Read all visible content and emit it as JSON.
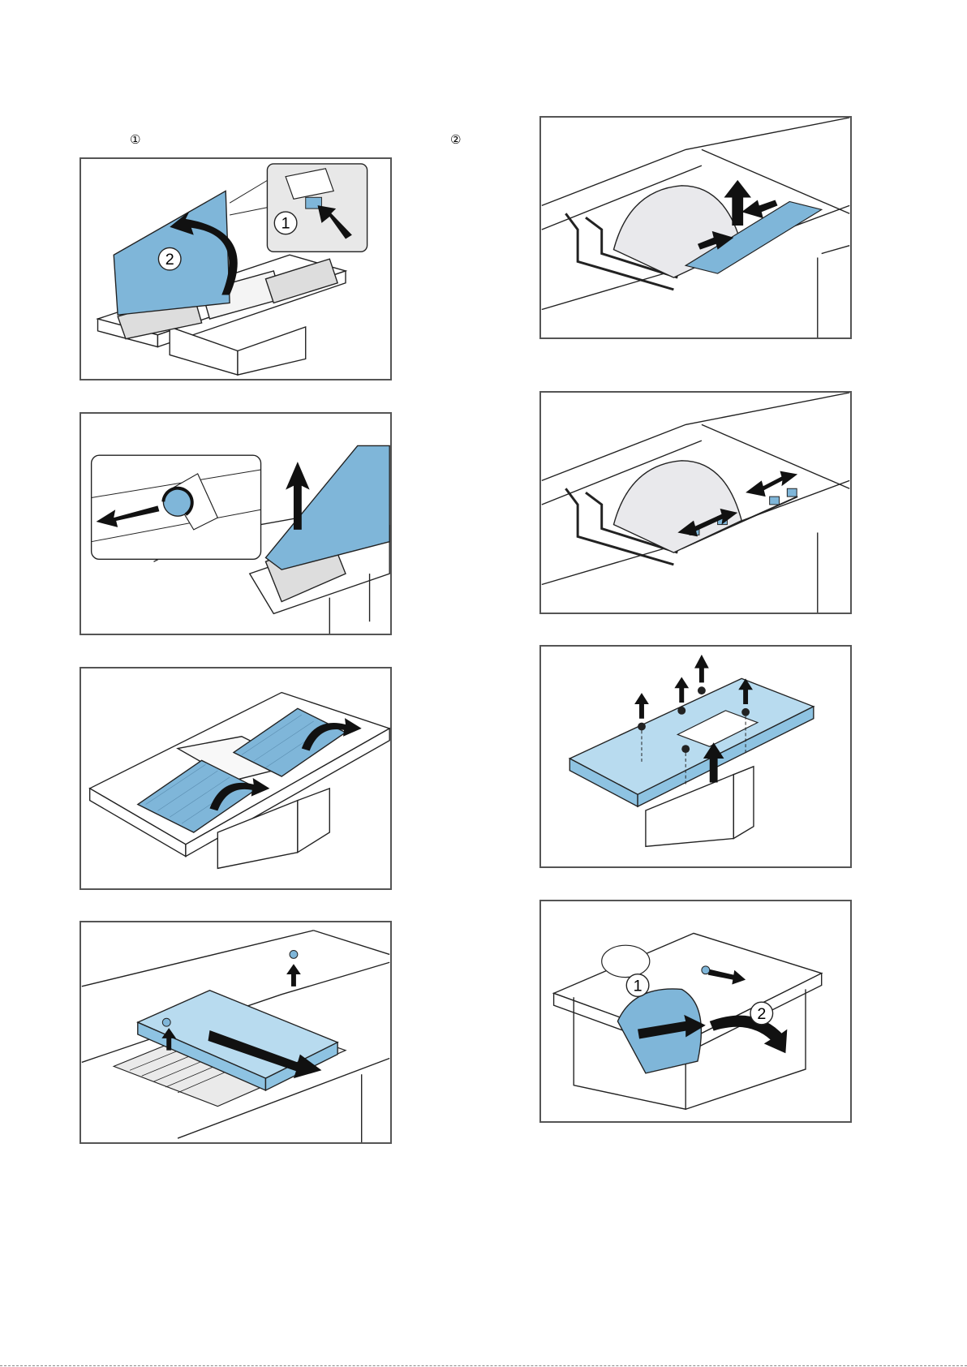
{
  "header": {
    "marker_left": "①",
    "marker_right": "②"
  },
  "figures": {
    "fig1": {
      "callout_1": "1",
      "callout_2": "2"
    },
    "fig8": {
      "callout_1": "1",
      "callout_2": "2"
    }
  },
  "colors": {
    "accent_blue": "#7fb6d9",
    "light_blue": "#b8dbef",
    "frame_border": "#555555",
    "line": "#222222"
  }
}
